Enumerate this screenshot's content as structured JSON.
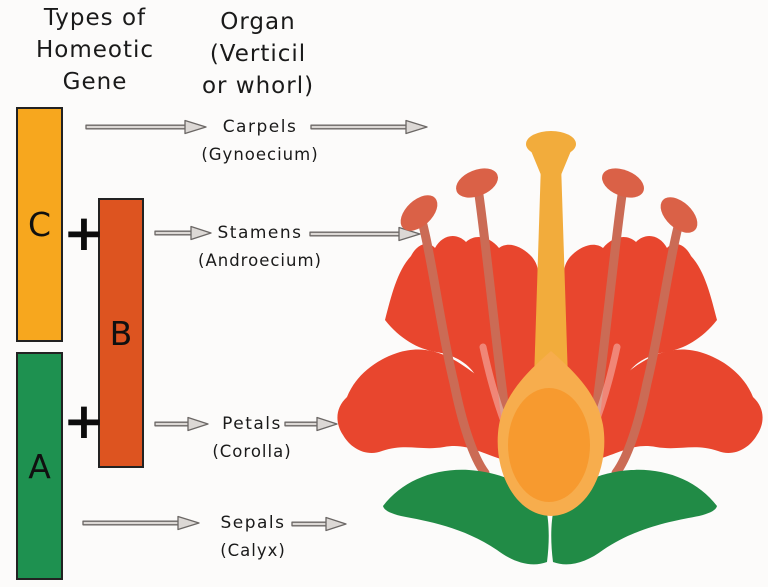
{
  "headers": {
    "gene_column": "Types of\nHomeotic\nGene",
    "organ_column": "Organ\n(Verticil\nor whorl)"
  },
  "genes": {
    "c": {
      "label": "C",
      "color": "#F7A71E"
    },
    "b": {
      "label": "B",
      "color": "#DD5420"
    },
    "a": {
      "label": "A",
      "color": "#1E9150"
    }
  },
  "operators": {
    "plus_c_b": "+",
    "plus_a_b": "+"
  },
  "organs": {
    "carpels": {
      "name": "Carpels",
      "latin": "(Gynoecium)"
    },
    "stamens": {
      "name": "Stamens",
      "latin": "(Androecium)"
    },
    "petals": {
      "name": "Petals",
      "latin": "(Corolla)"
    },
    "sepals": {
      "name": "Sepals",
      "latin": "(Calyx)"
    }
  },
  "arrow_style": {
    "fill": "#DCD8D5",
    "stroke": "#6B6765"
  },
  "flower": {
    "petal_color": "#E8462E",
    "sepal_color": "#218B46",
    "pistil_color": "#F2AC3C",
    "ovary_outer_color": "#F7AD4D",
    "ovary_inner_color": "#F79A2F",
    "filament_color": "#CB6B55",
    "anther_color": "#DA6147",
    "highlight_color": "rgba(255,255,255,0.35)"
  },
  "text_color": "#1A1A1A"
}
